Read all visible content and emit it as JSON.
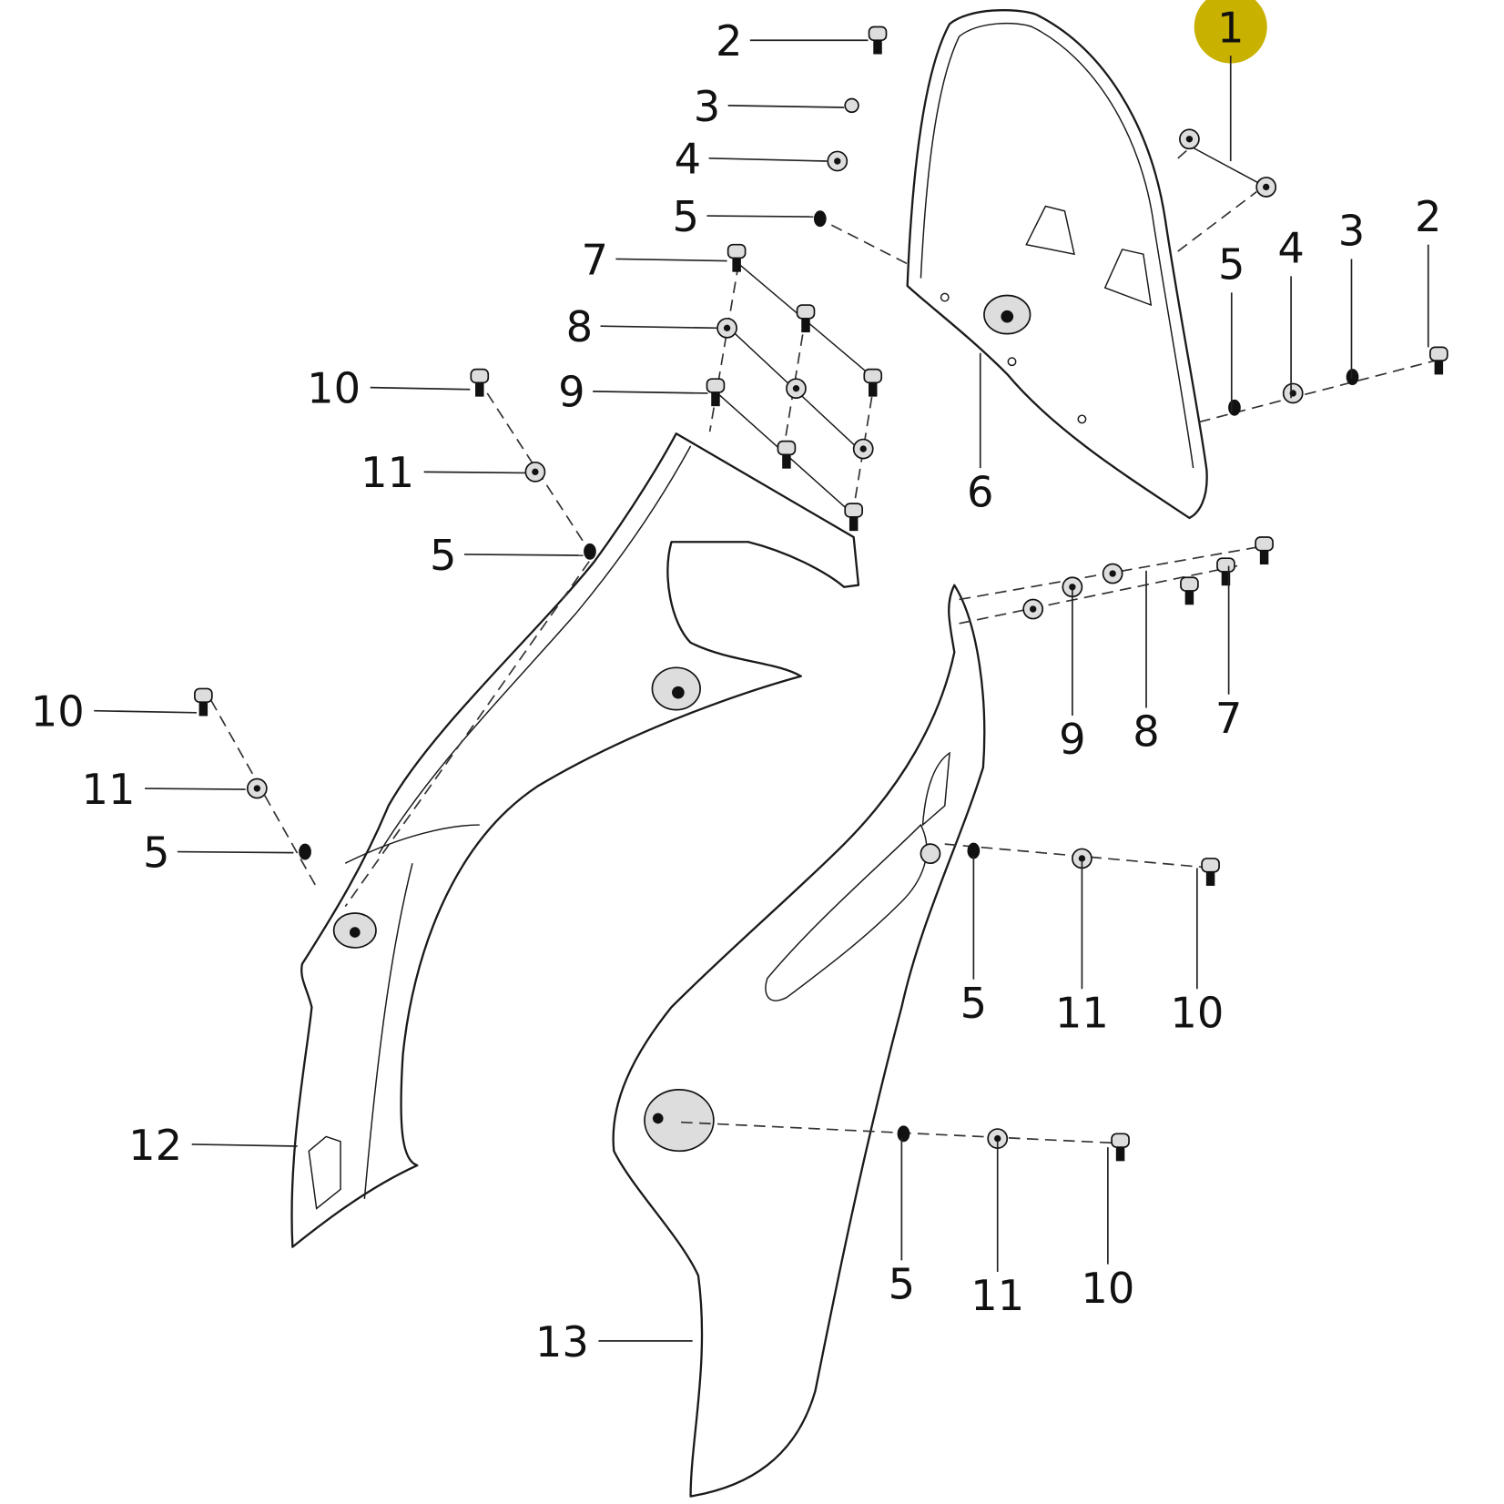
{
  "diagram": {
    "highlight_color": "#c9b100",
    "highlighted_callout": "1",
    "callouts": [
      "1",
      "2",
      "3",
      "4",
      "5",
      "7",
      "8",
      "9",
      "10",
      "11",
      "5",
      "6",
      "10",
      "11",
      "5",
      "12",
      "13",
      "5",
      "4",
      "3",
      "2",
      "9",
      "8",
      "7",
      "5",
      "11",
      "10",
      "5",
      "11",
      "10"
    ]
  }
}
